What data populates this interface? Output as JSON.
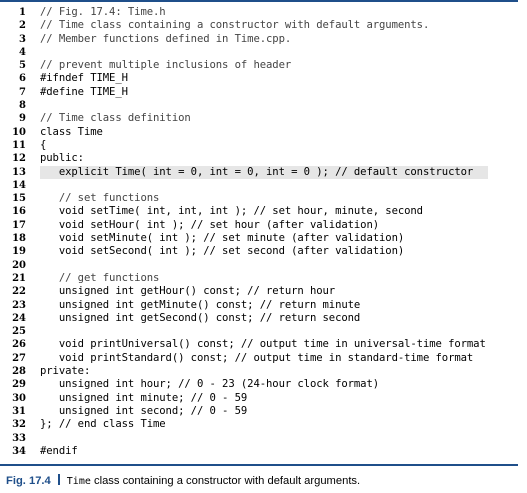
{
  "code_lines": [
    {
      "n": "1",
      "text": "// Fig. 17.4: Time.h",
      "kind": "comment"
    },
    {
      "n": "2",
      "text": "// Time class containing a constructor with default arguments.",
      "kind": "comment"
    },
    {
      "n": "3",
      "text": "// Member functions defined in Time.cpp.",
      "kind": "comment"
    },
    {
      "n": "4",
      "text": "",
      "kind": "plain"
    },
    {
      "n": "5",
      "text": "// prevent multiple inclusions of header",
      "kind": "comment"
    },
    {
      "n": "6",
      "text": "#ifndef TIME_H",
      "kind": "keyword"
    },
    {
      "n": "7",
      "text": "#define TIME_H",
      "kind": "keyword"
    },
    {
      "n": "8",
      "text": "",
      "kind": "plain"
    },
    {
      "n": "9",
      "text": "// Time class definition",
      "kind": "comment"
    },
    {
      "n": "10",
      "text": "class Time",
      "kind": "keyword"
    },
    {
      "n": "11",
      "text": "{",
      "kind": "plain"
    },
    {
      "n": "12",
      "text": "public:",
      "kind": "keyword"
    },
    {
      "n": "13",
      "text": "   explicit Time( int = 0, int = 0, int = 0 ); // default constructor",
      "kind": "highlight"
    },
    {
      "n": "14",
      "text": "",
      "kind": "plain"
    },
    {
      "n": "15",
      "text": "   // set functions",
      "kind": "comment"
    },
    {
      "n": "16",
      "text": "   void setTime( int, int, int ); // set hour, minute, second",
      "kind": "keyword"
    },
    {
      "n": "17",
      "text": "   void setHour( int ); // set hour (after validation)",
      "kind": "keyword"
    },
    {
      "n": "18",
      "text": "   void setMinute( int ); // set minute (after validation)",
      "kind": "keyword"
    },
    {
      "n": "19",
      "text": "   void setSecond( int ); // set second (after validation)",
      "kind": "keyword"
    },
    {
      "n": "20",
      "text": "",
      "kind": "plain"
    },
    {
      "n": "21",
      "text": "   // get functions",
      "kind": "comment"
    },
    {
      "n": "22",
      "text": "   unsigned int getHour() const; // return hour",
      "kind": "keyword"
    },
    {
      "n": "23",
      "text": "   unsigned int getMinute() const; // return minute",
      "kind": "keyword"
    },
    {
      "n": "24",
      "text": "   unsigned int getSecond() const; // return second",
      "kind": "keyword"
    },
    {
      "n": "25",
      "text": "",
      "kind": "plain"
    },
    {
      "n": "26",
      "text": "   void printUniversal() const; // output time in universal-time format",
      "kind": "keyword"
    },
    {
      "n": "27",
      "text": "   void printStandard() const; // output time in standard-time format",
      "kind": "keyword"
    },
    {
      "n": "28",
      "text": "private:",
      "kind": "keyword"
    },
    {
      "n": "29",
      "text": "   unsigned int hour; // 0 - 23 (24-hour clock format)",
      "kind": "keyword"
    },
    {
      "n": "30",
      "text": "   unsigned int minute; // 0 - 59",
      "kind": "keyword"
    },
    {
      "n": "31",
      "text": "   unsigned int second; // 0 - 59",
      "kind": "keyword"
    },
    {
      "n": "32",
      "text": "}; // end class Time",
      "kind": "plain"
    },
    {
      "n": "33",
      "text": "",
      "kind": "plain"
    },
    {
      "n": "34",
      "text": "#endif",
      "kind": "keyword"
    }
  ],
  "caption": {
    "label": "Fig. 17.4",
    "class_name": "Time",
    "text": " class containing a constructor with default arguments."
  },
  "colors": {
    "accent": "#1f4f8a",
    "highlight": "#e6e6e6"
  }
}
